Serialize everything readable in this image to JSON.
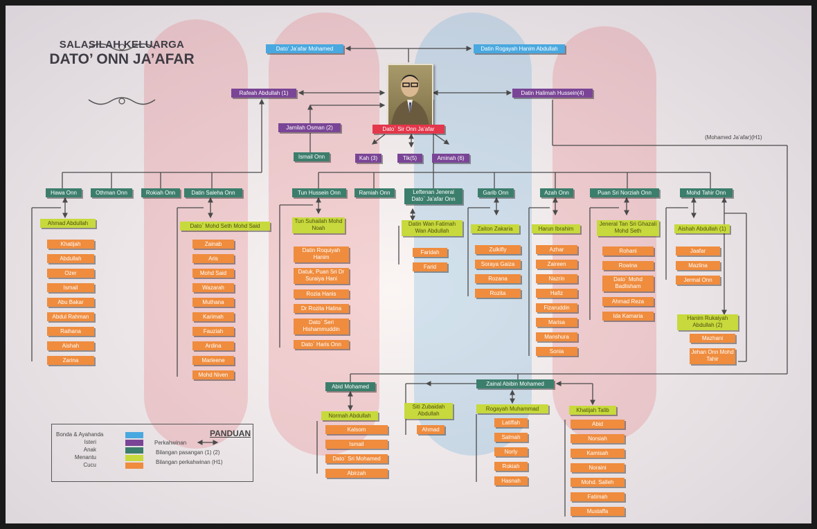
{
  "title": {
    "line1": "SALASILAH KELUARGA",
    "line2": "DATO’ ONN JA’AFAR"
  },
  "parents": {
    "father": "Dato’ Ja’afar Mohamed",
    "mother": "Datin Rogayah Hanim Abdullah"
  },
  "main": "Dato` Sir Onn Ja’afar",
  "spouses": {
    "rafeah": "Rafeah Abdullah (1)",
    "jamilah": "Jamilah Osman (2)",
    "halimah": "Datin Halimah Hussein(4)"
  },
  "annotation": "(Mohamed Ja’afar)(H1)",
  "children_top": {
    "ismail": "Ismail Onn",
    "kah": "Kah (3)",
    "tik": "Tik(5)",
    "aminah": "Aminah (6)"
  },
  "branches": {
    "hawa": {
      "name": "Hawa Onn",
      "spouse": "Ahmad Abdullah",
      "kids": [
        "Khatijah",
        "Abdullah",
        "Ozer",
        "Ismail",
        "Abu Bakar",
        "Abdul Rahman",
        "Raihana",
        "Aishah",
        "Zarina"
      ]
    },
    "othman": {
      "name": "Othman Onn"
    },
    "rokiah": {
      "name": "Rokiah Onn"
    },
    "saleha": {
      "name": "Datin Saleha Onn",
      "spouse": "Dato` Mohd Seth Mohd Said",
      "kids": [
        "Zainab",
        "Aris",
        "Mohd Said",
        "Wazarah",
        "Muthana",
        "Karimah",
        "Fauziah",
        "Ardina",
        "Marleene",
        "Mohd Niven"
      ]
    },
    "hussein": {
      "name": "Tun Hussein Onn",
      "spouse": "Tun Suhailah Mohd Noah",
      "kids": [
        "Datin Roquiyah Hanim",
        "Datuk, Puan Sri Dr Suraiya Hani",
        "Rozia Hanis",
        "Dr Rozita Halina",
        "Dato` Seri Hishammuddin",
        "Dato` Haris Onn"
      ]
    },
    "ramiah": {
      "name": "Ramiah Onn"
    },
    "jaafar": {
      "name": "Leftenan Jeneral Dato` Ja’afar Onn",
      "spouse": "Datin Wan Fatimah Wan Abdullah",
      "kids": [
        "Faridah",
        "Farid"
      ]
    },
    "garib": {
      "name": "Garib Onn",
      "spouse": "Zaiton Zakaria",
      "kids": [
        "Zulkifly",
        "Soraya Gaiza",
        "Rozana",
        "Rozita"
      ]
    },
    "azah": {
      "name": "Azah Onn",
      "spouse": "Harun Ibrahim",
      "kids": [
        "Azhar",
        "Zaireen",
        "Nazrin",
        "Hafiz",
        "Fizaruddin",
        "Marisa",
        "Manshura",
        "Sonia"
      ]
    },
    "norziah": {
      "name": "Puan Sri Norziah Onn",
      "spouse": "Jeneral Tan Sri Ghazali Mohd Seth",
      "kids": [
        "Rohani",
        "Rowina",
        "Dato` Mohd Badlisham",
        "Ahmad Reza",
        "Ida Kamaria"
      ]
    },
    "tahir": {
      "name": "Mohd Tahir Onn",
      "spouse": "Aishah Abdullah (1)",
      "kids": [
        "Jaafar",
        "Mazlina",
        "Jermal Onn"
      ],
      "spouse2": "Hanim Rukaiyah Abdullah (2)",
      "kids2": [
        "Mazhani",
        "Jehan Onn Mohd Tahir"
      ]
    }
  },
  "lower": {
    "abid": {
      "name": "Abid Mohamed",
      "spouse": "Normah Abdullah",
      "kids": [
        "Kalsom",
        "Ismail",
        "Dato` Sri Mohamed",
        "Abirzah"
      ]
    },
    "zainal": {
      "name": "Zainal Abibin Mohamed"
    },
    "siti": {
      "spouse": "Siti Zubaidah Abdullah",
      "kids": [
        "Ahmad"
      ]
    },
    "rogayah": {
      "spouse": "Rogayah Muhammad",
      "kids": [
        "Latiffah",
        "Salmah",
        "Norly",
        "Rokiah",
        "Hasnah"
      ]
    },
    "khatijah": {
      "spouse": "Khatijah Talib",
      "kids": [
        "Abid",
        "Norsiah",
        "Kamisah",
        "Noraini",
        "Mohd. Salleh",
        "Fatimah",
        "Mustaffa"
      ]
    }
  },
  "legend": {
    "title": "PANDUAN",
    "items": [
      {
        "label": "Bonda & Ayahanda",
        "color": "#49a8df"
      },
      {
        "label": "Isteri",
        "color": "#7a4596"
      },
      {
        "label": "Anak",
        "color": "#3c7e6c"
      },
      {
        "label": "Menantu",
        "color": "#c7d93c"
      },
      {
        "label": "Cucu",
        "color": "#ef8c3e"
      }
    ],
    "rules": [
      {
        "label": "Perkahwinan",
        "sym": ""
      },
      {
        "label": "Bilangan pasangan",
        "sym": "(1) (2)"
      },
      {
        "label": "Bilangan perkahwinan",
        "sym": "(H1)"
      }
    ]
  }
}
